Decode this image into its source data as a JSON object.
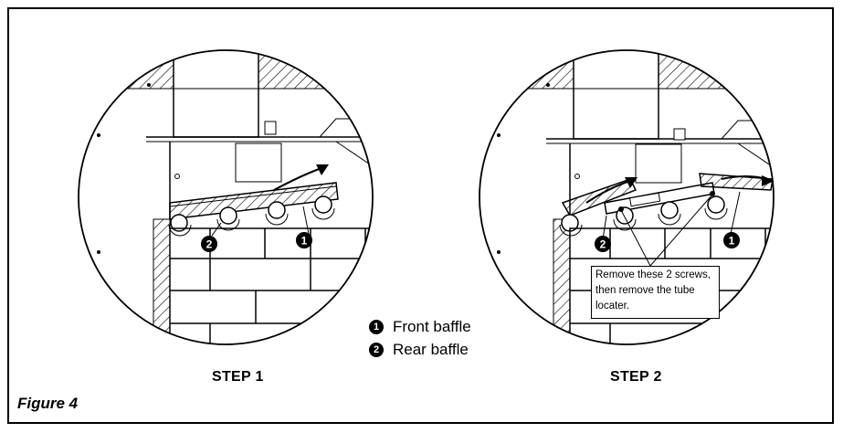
{
  "figure_caption": "Figure 4",
  "steps": [
    {
      "label": "STEP 1"
    },
    {
      "label": "STEP 2"
    }
  ],
  "legend": [
    {
      "number": "1",
      "text": "Front baffle"
    },
    {
      "number": "2",
      "text": "Rear baffle"
    }
  ],
  "callout_text": "Remove these 2 screws, then remove the tube locater.",
  "markers": {
    "front": "1",
    "rear": "2"
  }
}
